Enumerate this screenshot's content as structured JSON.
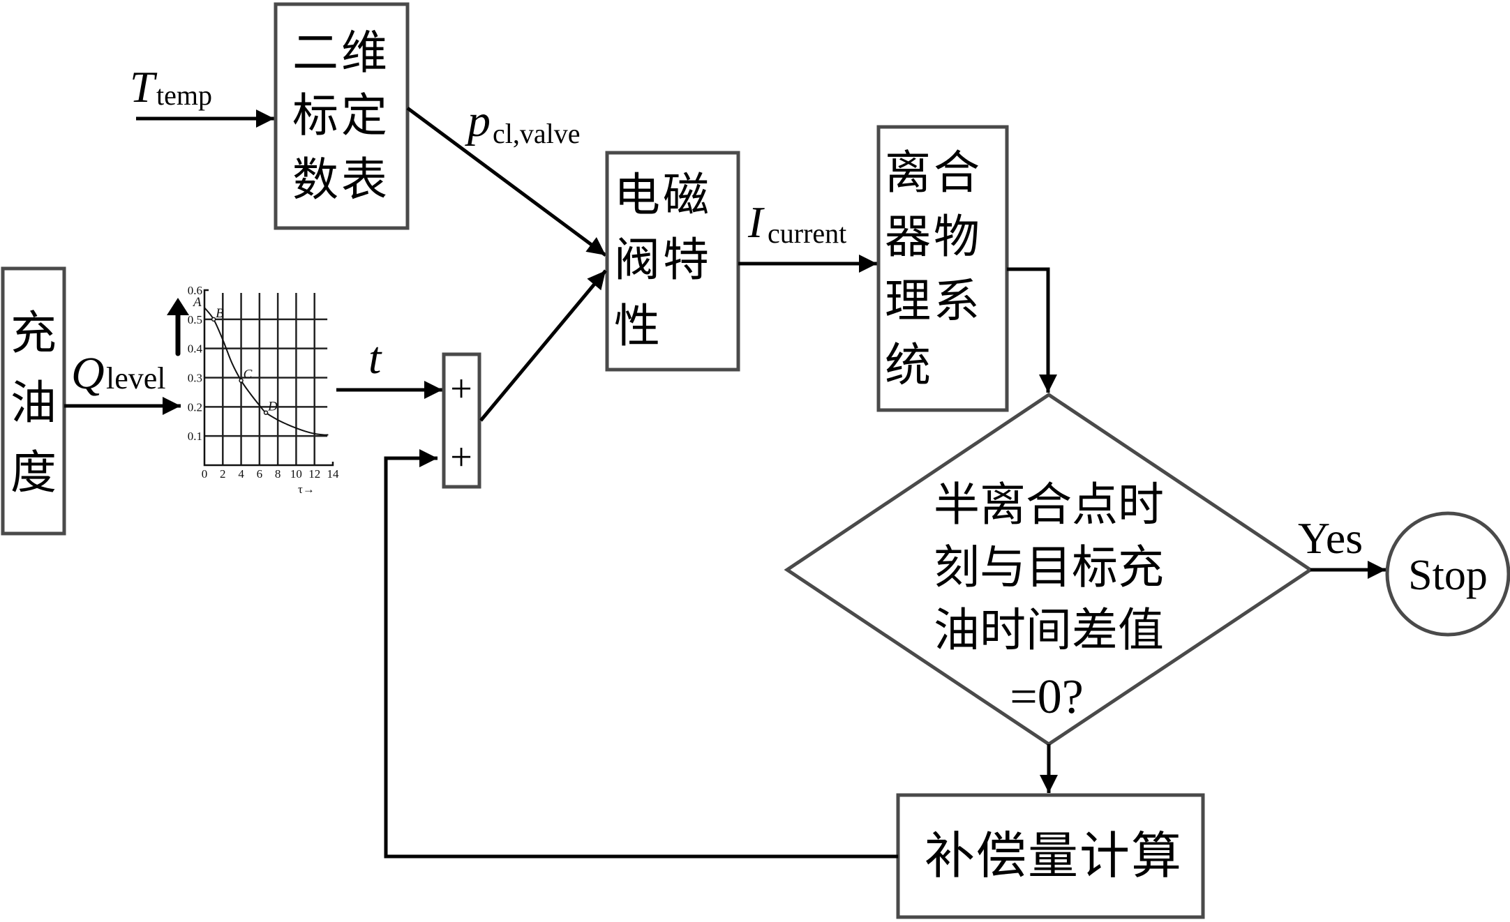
{
  "blocks": {
    "calibration_table": {
      "lines": [
        "二维",
        "标定",
        "数表"
      ]
    },
    "solenoid_valve": {
      "lines": [
        "电磁",
        "阀特",
        "性"
      ]
    },
    "clutch_system": {
      "lines": [
        "离合",
        "器物",
        "理系",
        "统"
      ]
    },
    "fill_level": {
      "lines": [
        "充",
        "油",
        "度"
      ]
    },
    "compensation": {
      "text": "补偿量计算"
    },
    "decision": {
      "lines": [
        "半离合点时",
        "刻与目标充",
        "油时间差值",
        "=0?"
      ]
    },
    "stop": {
      "text": "Stop"
    },
    "summer": {
      "signs": [
        "+",
        "+"
      ]
    }
  },
  "signals": {
    "temperature": {
      "symbol": "T",
      "subscript": "temp"
    },
    "pressure": {
      "symbol": "p",
      "subscript": "cl,valve"
    },
    "current": {
      "symbol": "I",
      "subscript": "current"
    },
    "level": {
      "symbol": "Q",
      "subscript": "level"
    },
    "time": {
      "symbol": "t"
    },
    "yes": "Yes"
  },
  "icons": {
    "arrowhead": "filled-triangle",
    "increase_arrow": "up-arrow"
  },
  "chart_data": {
    "type": "line",
    "title": "",
    "xlabel": "τ→",
    "ylabel": "",
    "xlim": [
      0,
      14
    ],
    "ylim": [
      0,
      0.6
    ],
    "x_ticks": [
      "0",
      "2",
      "4",
      "6",
      "8",
      "10",
      "12",
      "14"
    ],
    "y_ticks": [
      "0.1",
      "0.2",
      "0.3",
      "0.4",
      "0.5",
      "0.6"
    ],
    "grid": true,
    "series": [
      {
        "name": "curve",
        "x": [
          0,
          1,
          2,
          3,
          4,
          5,
          6,
          6.7,
          8,
          9,
          10,
          11,
          12,
          13,
          13.5
        ],
        "y": [
          0.54,
          0.5,
          0.43,
          0.35,
          0.29,
          0.245,
          0.205,
          0.18,
          0.155,
          0.14,
          0.127,
          0.116,
          0.108,
          0.104,
          0.104
        ]
      }
    ],
    "annotations": [
      {
        "label": "A",
        "x": 0,
        "y": 0.54
      },
      {
        "label": "B",
        "x": 1,
        "y": 0.5
      },
      {
        "label": "C",
        "x": 4,
        "y": 0.29
      },
      {
        "label": "D",
        "x": 6.7,
        "y": 0.18
      }
    ]
  }
}
